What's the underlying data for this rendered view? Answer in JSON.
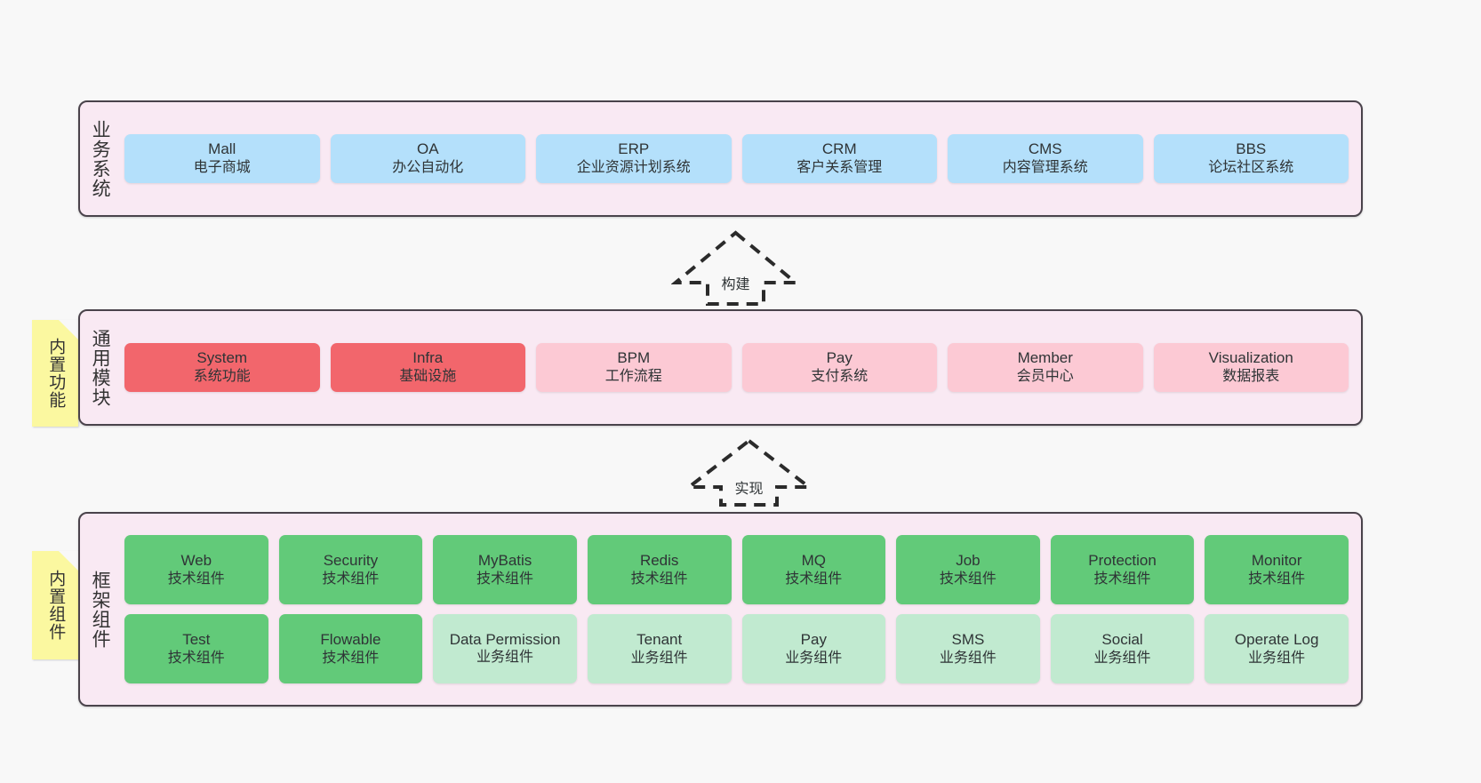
{
  "diagram": {
    "title": "",
    "colors": {
      "layer_bg": "#f9e9f3",
      "layer_border": "#4a434b",
      "business": "#b4e0fb",
      "module_core": "#f2666c",
      "module_plain": "#fcc9d4",
      "tech_component": "#62ca79",
      "biz_component": "#c1ead0",
      "note_bg": "#fbf8a0",
      "page_bg": "#f8f8f8"
    },
    "layers": [
      {
        "id": "business-systems",
        "title": "业务系统",
        "note": null,
        "cards": [
          {
            "en": "Mall",
            "cn": "电子商城",
            "tone": "c-blue"
          },
          {
            "en": "OA",
            "cn": "办公自动化",
            "tone": "c-blue"
          },
          {
            "en": "ERP",
            "cn": "企业资源计划系统",
            "tone": "c-blue"
          },
          {
            "en": "CRM",
            "cn": "客户关系管理",
            "tone": "c-blue"
          },
          {
            "en": "CMS",
            "cn": "内容管理系统",
            "tone": "c-blue"
          },
          {
            "en": "BBS",
            "cn": "论坛社区系统",
            "tone": "c-blue"
          }
        ]
      },
      {
        "id": "common-modules",
        "title": "通用模块",
        "note": "内置功能",
        "cards": [
          {
            "en": "System",
            "cn": "系统功能",
            "tone": "c-red"
          },
          {
            "en": "Infra",
            "cn": "基础设施",
            "tone": "c-red"
          },
          {
            "en": "BPM",
            "cn": "工作流程",
            "tone": "c-pink"
          },
          {
            "en": "Pay",
            "cn": "支付系统",
            "tone": "c-pink"
          },
          {
            "en": "Member",
            "cn": "会员中心",
            "tone": "c-pink"
          },
          {
            "en": "Visualization",
            "cn": "数据报表",
            "tone": "c-pink"
          }
        ]
      },
      {
        "id": "framework-components",
        "title": "框架组件",
        "note": "内置组件",
        "rows": [
          [
            {
              "en": "Web",
              "cn": "技术组件",
              "tone": "c-green"
            },
            {
              "en": "Security",
              "cn": "技术组件",
              "tone": "c-green"
            },
            {
              "en": "MyBatis",
              "cn": "技术组件",
              "tone": "c-green"
            },
            {
              "en": "Redis",
              "cn": "技术组件",
              "tone": "c-green"
            },
            {
              "en": "MQ",
              "cn": "技术组件",
              "tone": "c-green"
            },
            {
              "en": "Job",
              "cn": "技术组件",
              "tone": "c-green"
            },
            {
              "en": "Protection",
              "cn": "技术组件",
              "tone": "c-green"
            },
            {
              "en": "Monitor",
              "cn": "技术组件",
              "tone": "c-green"
            }
          ],
          [
            {
              "en": "Test",
              "cn": "技术组件",
              "tone": "c-green"
            },
            {
              "en": "Flowable",
              "cn": "技术组件",
              "tone": "c-green"
            },
            {
              "en": "Data Permission",
              "cn": "业务组件",
              "tone": "c-green-light"
            },
            {
              "en": "Tenant",
              "cn": "业务组件",
              "tone": "c-green-light"
            },
            {
              "en": "Pay",
              "cn": "业务组件",
              "tone": "c-green-light"
            },
            {
              "en": "SMS",
              "cn": "业务组件",
              "tone": "c-green-light"
            },
            {
              "en": "Social",
              "cn": "业务组件",
              "tone": "c-green-light"
            },
            {
              "en": "Operate Log",
              "cn": "业务组件",
              "tone": "c-green-light"
            }
          ]
        ]
      }
    ],
    "connectors": [
      {
        "id": "build",
        "label": "构建",
        "style": "dashed-hollow-arrow-up"
      },
      {
        "id": "implement",
        "label": "实现",
        "style": "dashed-hollow-arrow-up"
      }
    ]
  }
}
